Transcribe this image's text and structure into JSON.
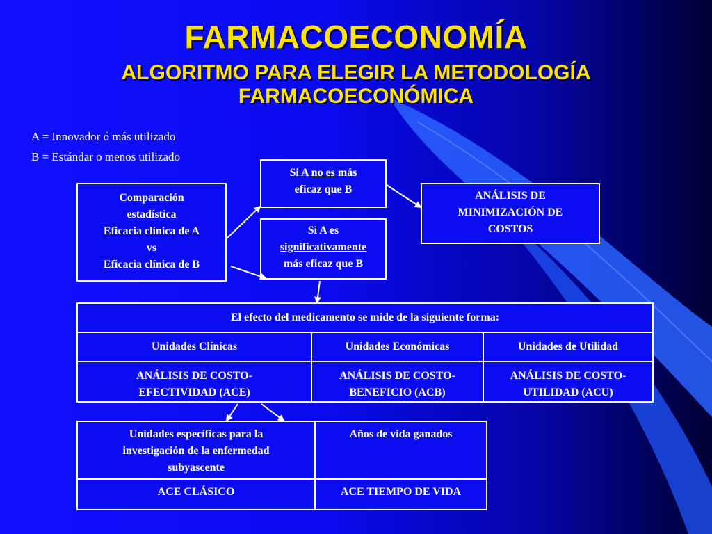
{
  "title": {
    "main": "FARMACOECONOMÍA",
    "sub_line1": "ALGORITMO PARA ELEGIR LA METODOLOGÍA",
    "sub_line2": "FARMACOECONÓMICA"
  },
  "legend": {
    "a": "A = Innovador ó más utilizado",
    "b": "B = Estándar o menos utilizado"
  },
  "comparison_box": {
    "line1": "Comparación",
    "line2": "estadística",
    "line3": "Eficacia clínica de A",
    "line4": "vs",
    "line5": "Eficacia clínica de B"
  },
  "not_more_effective_box": {
    "pre": "Si A ",
    "underlined": "no es",
    "post": " más",
    "line2": "eficaz que B"
  },
  "significant_box": {
    "line1": "Si A es",
    "line2_underlined": "significativamente",
    "line3_underlined": "más",
    "line3_post": " eficaz que B"
  },
  "cost_minimization_box": {
    "line1": "ANÁLISIS DE",
    "line2": "MINIMIZACIÓN DE",
    "line3": "COSTOS"
  },
  "effect_table": {
    "header": "El efecto del medicamento se mide de la siguiente forma:",
    "units": [
      "Unidades Clínicas",
      "Unidades Económicas",
      "Unidades de Utilidad"
    ],
    "analyses": [
      {
        "line1": "ANÁLISIS DE COSTO-",
        "line2": "EFECTIVIDAD (ACE)"
      },
      {
        "line1": "ANÁLISIS DE COSTO-",
        "line2": "BENEFICIO (ACB)"
      },
      {
        "line1": "ANÁLISIS DE COSTO-",
        "line2": "UTILIDAD (ACU)"
      }
    ]
  },
  "ace_table": {
    "specific_units": {
      "line1": "Unidades específicas para la",
      "line2": "investigación de la enfermedad",
      "line3": "subyascente"
    },
    "life_years": "Años de vida ganados",
    "ace_classic": "ACE CLÁSICO",
    "ace_life_time": "ACE TIEMPO DE VIDA"
  },
  "colors": {
    "background": "#1010ff",
    "title": "#ffe300",
    "box_border": "#ffffff",
    "text": "#ffffff"
  }
}
